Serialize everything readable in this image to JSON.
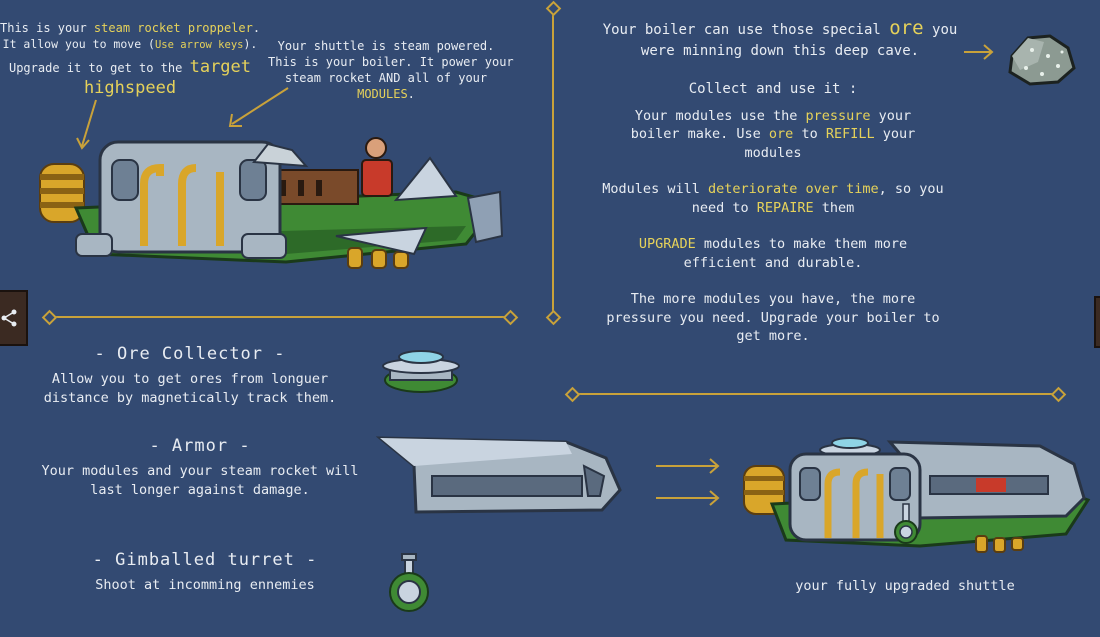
{
  "propeller_note": {
    "line1_a": "This is your ",
    "line1_hl": "steam rocket proppeler",
    "line1_b": ".",
    "line2_a": "It allow you to move (",
    "line2_hl": "Use arrow keys",
    "line2_b": ").",
    "line3_a": "Upgrade it to get to the ",
    "line3_hl": "target",
    "line4_hl": "highspeed"
  },
  "boiler_note": {
    "line1": "Your shuttle is steam powered.",
    "line2": "This is your boiler. It power your",
    "line3": "steam rocket AND all of your",
    "line4_hl": "MODULES",
    "line4_b": "."
  },
  "ore_intro": {
    "line1_a": "Your boiler can use those special ",
    "line1_hl": "ore",
    "line1_b": " you",
    "line2": "were minning down this deep cave."
  },
  "collect": {
    "heading": "Collect and use it :",
    "p1_l1_a": "Your modules use the ",
    "p1_l1_hl": "pressure",
    "p1_l1_b": " your",
    "p1_l2_a": "boiler make. Use ",
    "p1_l2_hl1": "ore",
    "p1_l2_mid": " to ",
    "p1_l2_hl2": "REFILL",
    "p1_l2_b": " your",
    "p1_l3": "modules",
    "p2_l1_a": "Modules will ",
    "p2_l1_hl": "deteriorate over time",
    "p2_l1_b": ", so you",
    "p2_l2_a": "need to ",
    "p2_l2_hl": "REPAIRE",
    "p2_l2_b": " them",
    "p3_l1_hl": "UPGRADE",
    "p3_l1_b": " modules to make them more",
    "p3_l2": "efficient and durable.",
    "p4_l1": "The more modules you have, the more",
    "p4_l2": "pressure you need. Upgrade your boiler to",
    "p4_l3": "get more."
  },
  "modules": [
    {
      "title": "- Ore Collector -",
      "desc_l1": "Allow you to get ores from longuer",
      "desc_l2": "distance by magnetically track them."
    },
    {
      "title": "- Armor -",
      "desc_l1": "Your modules and your steam rocket will",
      "desc_l2": "last longer against damage."
    },
    {
      "title": "- Gimballed turret -",
      "desc_l1": "Shoot at incomming ennemies",
      "desc_l2": ""
    }
  ],
  "upgraded_caption": "your fully upgraded shuttle",
  "icons": [
    "arrow-right-icon",
    "ore-icon",
    "share-icon"
  ],
  "colors": {
    "background": "#334a72",
    "accent": "#e6d25a",
    "line": "#c9a23a"
  }
}
